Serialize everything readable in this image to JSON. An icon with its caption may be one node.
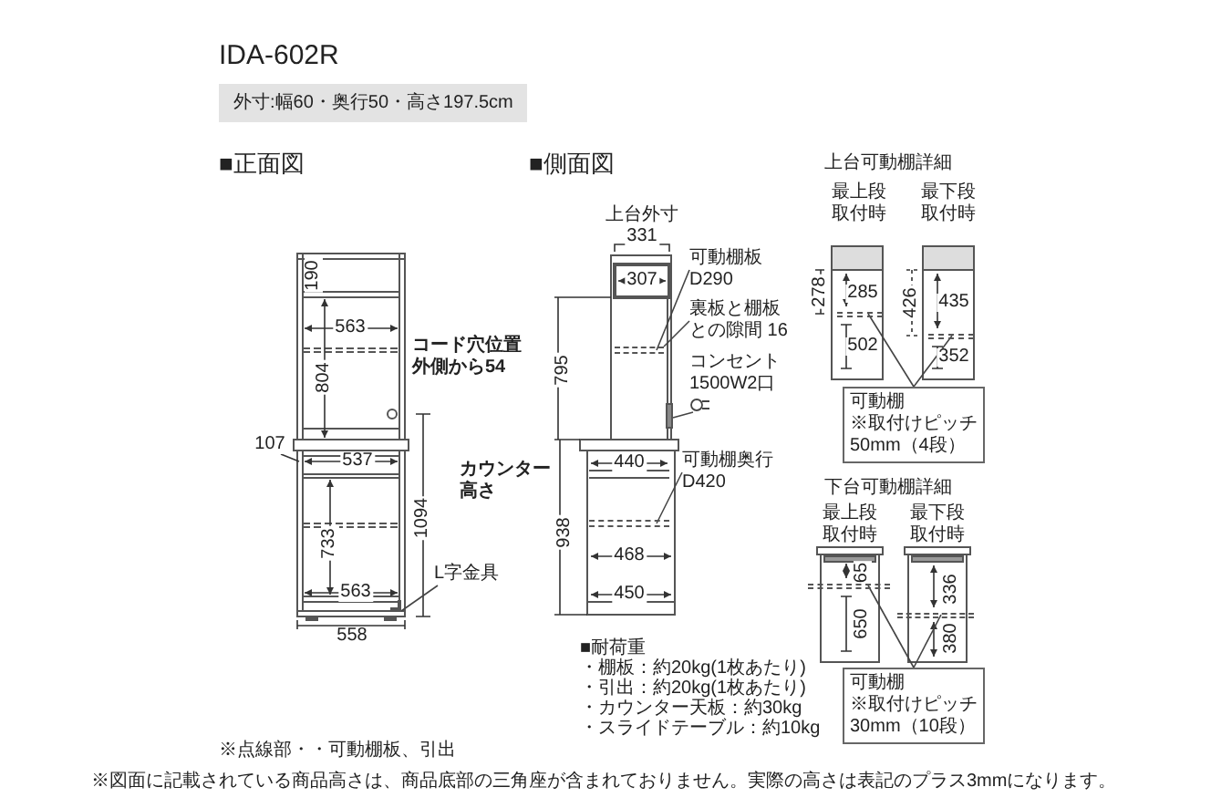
{
  "diagram": {
    "title": "IDA-602R",
    "nodes": [
      {
        "text": [
          "可動棚",
          "※取付けピッチ",
          "50mm（4段）"
        ]
      },
      {
        "text": [
          "可動棚",
          "※取付けピッチ",
          "30mm（10段）"
        ]
      },
      {
        "text": [
          "コード穴位置外側から54"
        ]
      },
      {
        "text": [
          "L字金具"
        ]
      },
      {
        "text": [
          "可動棚板 D290"
        ]
      },
      {
        "text": [
          "裏板と棚板との隙間 16"
        ]
      },
      {
        "text": [
          "コンセント 1500W2口"
        ]
      },
      {
        "text": [
          "可動棚奥行 D420"
        ]
      },
      {
        "text": [],
        "shape": "bar"
      },
      {
        "text": [],
        "shape": "bar"
      },
      {
        "text": [],
        "shape": "bar"
      },
      {
        "text": [],
        "shape": "bar"
      },
      {
        "text": [],
        "shape": "bar"
      },
      {
        "text": [],
        "shape": "box"
      },
      {
        "text": [],
        "shape": "bar"
      },
      {
        "text": [],
        "shape": "bracket"
      }
    ],
    "edges": [
      {
        "from": 0,
        "to": 8,
        "arrow": "none"
      },
      {
        "from": 0,
        "to": 9,
        "arrow": "none"
      },
      {
        "from": 1,
        "to": 10,
        "arrow": "none"
      },
      {
        "from": 1,
        "to": 11,
        "arrow": "none"
      },
      {
        "from": 3,
        "to": 15,
        "arrow": "none"
      },
      {
        "from": 4,
        "to": 12,
        "arrow": "none"
      },
      {
        "from": 5,
        "to": 12,
        "arrow": "none"
      },
      {
        "from": 6,
        "to": 13,
        "arrow": "none"
      },
      {
        "from": 7,
        "to": 14,
        "arrow": "none"
      }
    ],
    "labels": [
      "外寸:幅60・奥行50・高さ197.5cm",
      "■正面図",
      "■側面図",
      "上台可動棚詳細",
      "上台外寸",
      "331",
      "190",
      "307",
      "最上段取付時",
      "最下段取付時",
      "563",
      "278",
      "285",
      "426",
      "435",
      "804",
      "795",
      "502",
      "352",
      "107",
      "537",
      "440",
      "カウンター高さ",
      "下台可動棚詳細",
      "1094",
      "938",
      "最上段取付時",
      "最下段取付時",
      "65",
      "336",
      "733",
      "468",
      "650",
      "563",
      "450",
      "380",
      "558",
      "■耐荷重",
      "・棚板：約20kg(1枚あたり)",
      "・引出：約20kg(1枚あたり)",
      "・カウンター天板：約30kg",
      "・スライドテーブル：約10kg",
      "※点線部・・可動棚板、引出",
      "※図面に記載されている商品高さは、商品底部の三角座が含まれておりません。実際の高さは表記のプラス3mmになります。"
    ]
  }
}
